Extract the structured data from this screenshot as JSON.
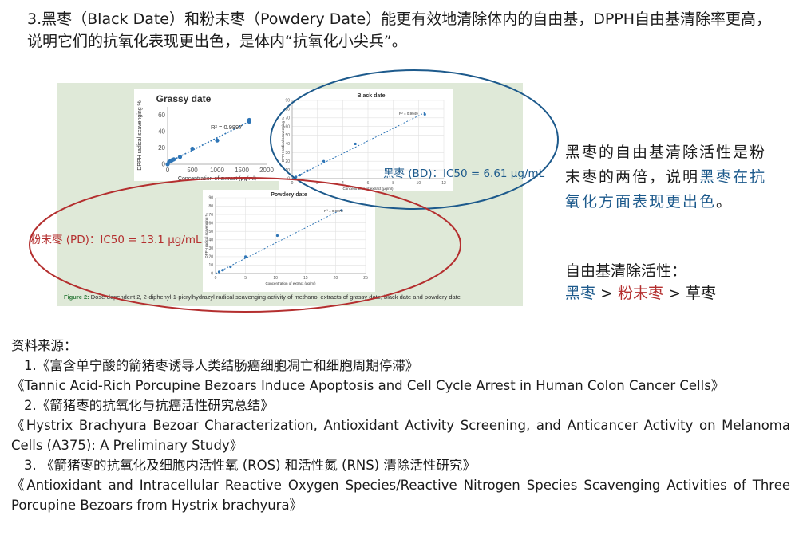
{
  "heading": "3.黑枣（Black Date）和粉末枣（Powdery Date）能更有效地清除体内的自由基，DPPH自由基清除率更高，说明它们的抗氧化表现更出色，是体内“抗氧化小尖兵”。",
  "figure": {
    "caption_label": "Figure 2:",
    "caption_text": "Dose-dependent 2, 2-diphenyl-1-picrylhydrazyl radical scavenging activity of methanol extracts of grassy date, black date and powdery date",
    "annotation_bd": "黑枣 (BD)：IC50 = 6.61 μg/mL",
    "annotation_pd": "粉末枣 (PD)：IC50 = 13.1 μg/mL",
    "colors": {
      "bd": "#1d5a8c",
      "pd": "#b42f2f",
      "point": "#2e75b6",
      "figure_bg": "#dfe9d8"
    }
  },
  "chart_data": [
    {
      "type": "scatter",
      "title": "Grassy date",
      "xlabel": "Concentration of extract (μg/ml)",
      "ylabel": "DPPH radical scavenging %",
      "xlim": [
        0,
        2000
      ],
      "ylim": [
        0,
        70
      ],
      "xticks": [
        "0",
        "500",
        "1000",
        "1500",
        "2000"
      ],
      "yticks": [
        "0",
        "20",
        "40",
        "60"
      ],
      "r2": "R² = 0.9897",
      "points": [
        [
          0,
          0
        ],
        [
          30,
          3
        ],
        [
          60,
          4
        ],
        [
          90,
          5
        ],
        [
          125,
          6
        ],
        [
          250,
          9
        ],
        [
          500,
          19
        ],
        [
          1000,
          29
        ],
        [
          1650,
          52
        ],
        [
          1650,
          54
        ]
      ],
      "fit": [
        [
          0,
          2
        ],
        [
          1650,
          52
        ]
      ]
    },
    {
      "type": "scatter",
      "title": "Black date",
      "xlabel": "Concentration of extract (μg/ml)",
      "ylabel": "DPPH radical scavenging %",
      "xlim": [
        0,
        12
      ],
      "ylim": [
        0,
        90
      ],
      "xticks": [
        "0",
        "2",
        "4",
        "6",
        "8",
        "10",
        "12"
      ],
      "yticks": [
        "0",
        "10",
        "20",
        "30",
        "40",
        "50",
        "60",
        "70",
        "80",
        "90"
      ],
      "r2": "R² = 0.9949",
      "points": [
        [
          0.3,
          2
        ],
        [
          0.6,
          4
        ],
        [
          1.2,
          9
        ],
        [
          2.5,
          20
        ],
        [
          5,
          40
        ],
        [
          10.5,
          74
        ]
      ],
      "fit": [
        [
          0,
          0
        ],
        [
          10.5,
          76
        ]
      ]
    },
    {
      "type": "scatter",
      "title": "Powdery date",
      "xlabel": "Concentration of extract (μg/ml)",
      "ylabel": "DPPH radical scavenging %",
      "xlim": [
        0,
        25
      ],
      "ylim": [
        0,
        90
      ],
      "xticks": [
        "0",
        "5",
        "10",
        "15",
        "20",
        "25"
      ],
      "yticks": [
        "0",
        "10",
        "20",
        "30",
        "40",
        "50",
        "60",
        "70",
        "80",
        "90"
      ],
      "r2": "R² = 0.9873",
      "points": [
        [
          0.6,
          2
        ],
        [
          1.2,
          4
        ],
        [
          2.5,
          8
        ],
        [
          5,
          20
        ],
        [
          10.3,
          45
        ],
        [
          21,
          75
        ]
      ],
      "fit": [
        [
          0,
          0
        ],
        [
          21,
          76
        ]
      ]
    }
  ],
  "side": {
    "line1": "黑枣的自由基清除活性是粉末枣的两倍，说明",
    "highlight": "黑枣在抗氧化方面表现更出色",
    "end": "。",
    "rank_title": "自由基清除活性：",
    "rank_bd": "黑枣",
    "rank_sep": " > ",
    "rank_pd": "粉末枣",
    "rank_rest": "草枣"
  },
  "refs": {
    "title": "资料来源：",
    "items": [
      {
        "cn": "1.《富含单宁酸的箭猪枣诱导人类结肠癌细胞凋亡和细胞周期停滞》",
        "en": "《Tannic Acid-Rich Porcupine Bezoars Induce Apoptosis and Cell Cycle Arrest in Human Colon Cancer Cells》"
      },
      {
        "cn": "2.《箭猪枣的抗氧化与抗癌活性研究总结》",
        "en": "《Hystrix Brachyura Bezoar Characterization, Antioxidant Activity Screening, and Anticancer Activity on Melanoma Cells (A375): A Preliminary Study》"
      },
      {
        "cn": "3. 《箭猪枣的抗氧化及细胞内活性氧 (ROS) 和活性氮 (RNS) 清除活性研究》",
        "en": "《Antioxidant and Intracellular Reactive Oxygen Species/Reactive Nitrogen Species Scavenging Activities of Three Porcupine Bezoars from Hystrix brachyura》"
      }
    ]
  }
}
